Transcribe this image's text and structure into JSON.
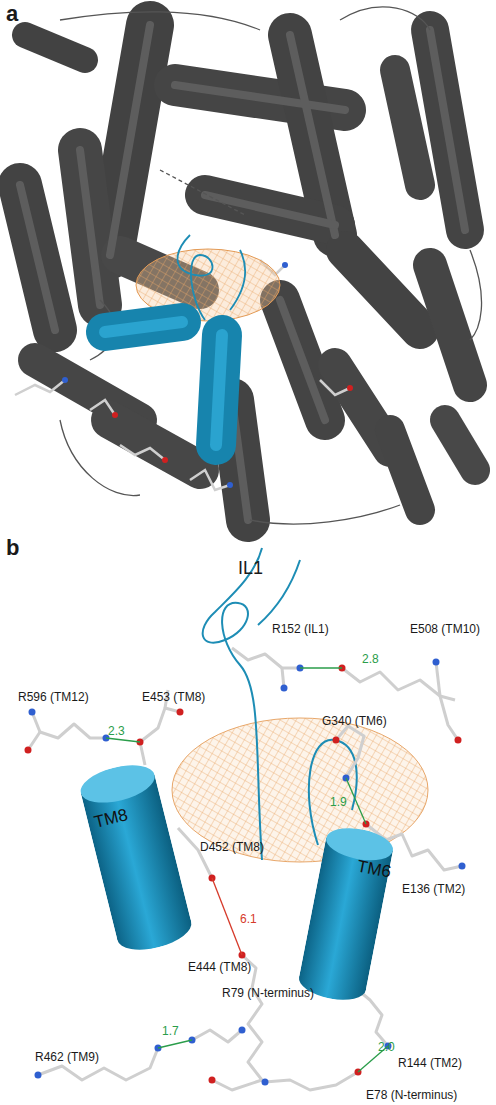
{
  "diagram": {
    "nodes": [
      {
        "text": [
          "TM8"
        ]
      },
      {
        "text": [
          "TM6"
        ]
      }
    ],
    "labels": [
      "a",
      "b",
      "IL1",
      "R152 (IL1)",
      "E508 (TM10)",
      "2.8",
      "R596 (TM12)",
      "E453 (TM8)",
      "2.3",
      "G340 (TM6)",
      "1.9",
      "E136 (TM2)",
      "D452 (TM8)",
      "6.1",
      "E444 (TM8)",
      "R79 (N-terminus)",
      "R462 (TM9)",
      "1.7",
      "2.0",
      "R144 (TM2)",
      "E78 (N-terminus)"
    ]
  }
}
